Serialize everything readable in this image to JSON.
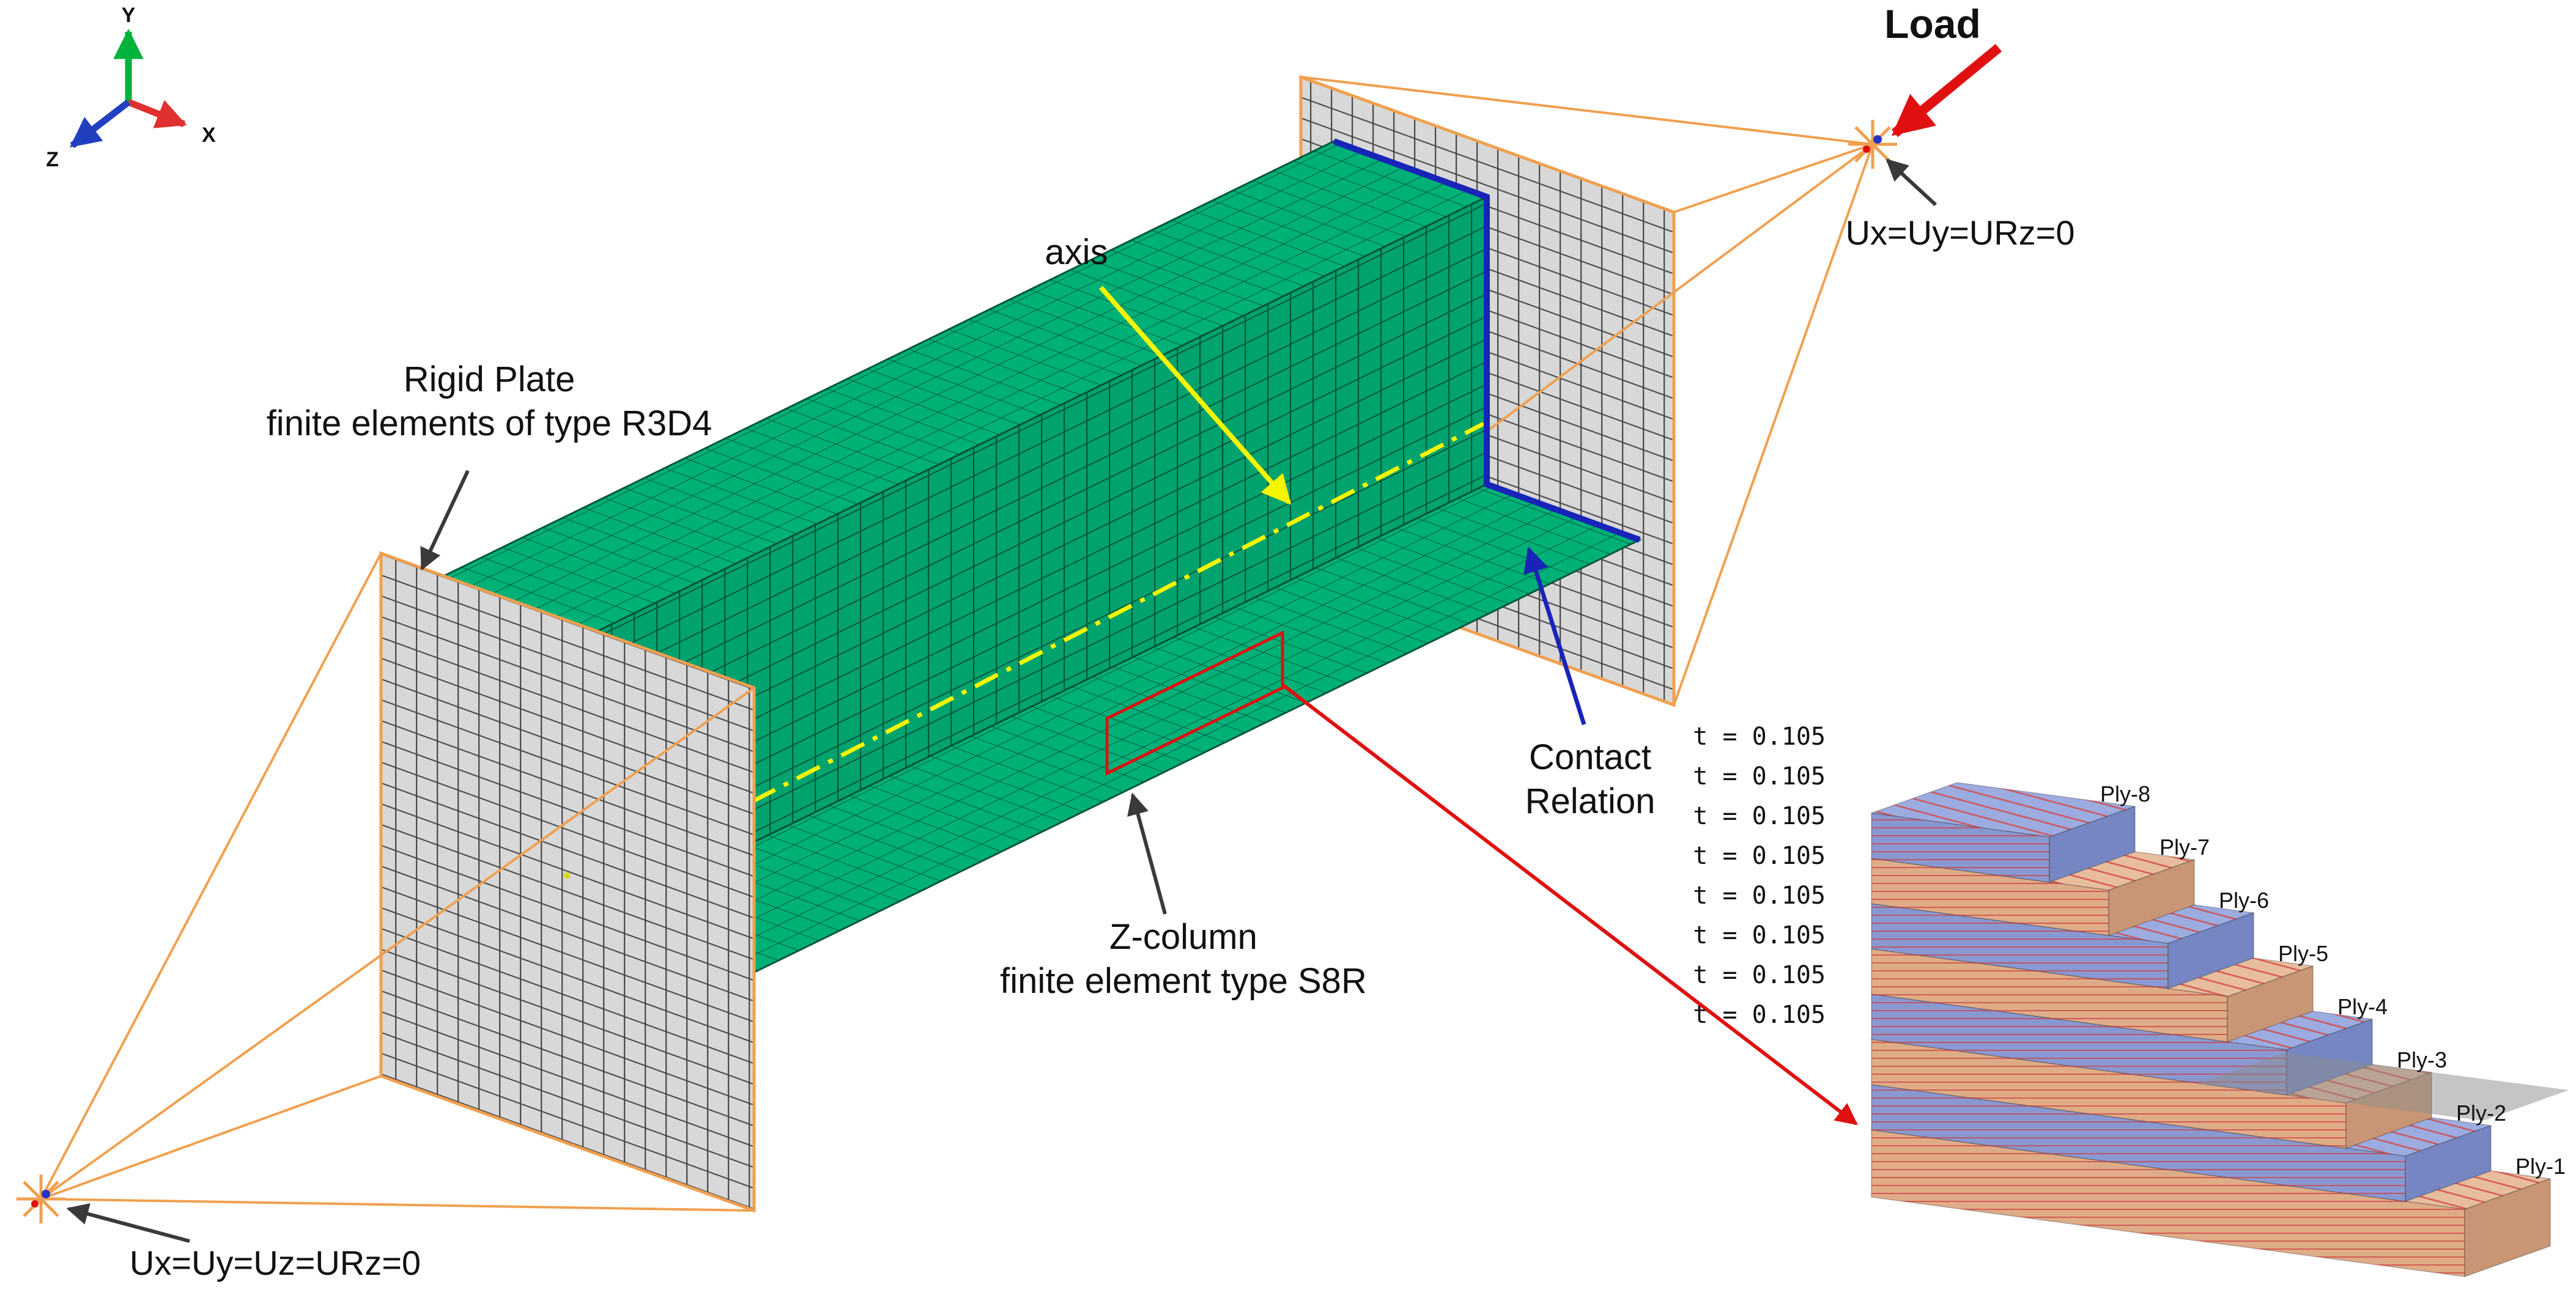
{
  "figure": {
    "triad": {
      "x": "X",
      "y": "Y",
      "z": "Z"
    },
    "load_label": "Load",
    "bc_top": "Ux=Uy=URz=0",
    "bc_bottom": "Ux=Uy=Uz=URz=0",
    "rigid_plate": {
      "line1": "Rigid Plate",
      "line2": "finite elements of type R3D4"
    },
    "axis_label": "axis",
    "contact": {
      "line1": "Contact",
      "line2": "Relation"
    },
    "zcolumn": {
      "line1": "Z-column",
      "line2": "finite element type S8R"
    }
  },
  "inset": {
    "thickness_labels": [
      "t = 0.105",
      "t = 0.105",
      "t = 0.105",
      "t = 0.105",
      "t = 0.105",
      "t = 0.105",
      "t = 0.105",
      "t = 0.105"
    ],
    "plies": [
      {
        "name": "Ply-8"
      },
      {
        "name": "Ply-7"
      },
      {
        "name": "Ply-6"
      },
      {
        "name": "Ply-5"
      },
      {
        "name": "Ply-4"
      },
      {
        "name": "Ply-3"
      },
      {
        "name": "Ply-2"
      },
      {
        "name": "Ply-1"
      }
    ]
  },
  "colors": {
    "mesh_green": "#00A36E",
    "flange_green": "#00B177",
    "plate_gray": "#D8D8D8",
    "connector_orange": "#F0A050",
    "load_red": "#E01010",
    "contact_blue": "#1824B8",
    "axis_yellow": "#F5F500",
    "ply_blue": "#8899D2",
    "ply_tan": "#DFAC88",
    "triad_x_red": "#E03030",
    "triad_y_green": "#00B33C",
    "triad_z_blue": "#2040C0"
  }
}
